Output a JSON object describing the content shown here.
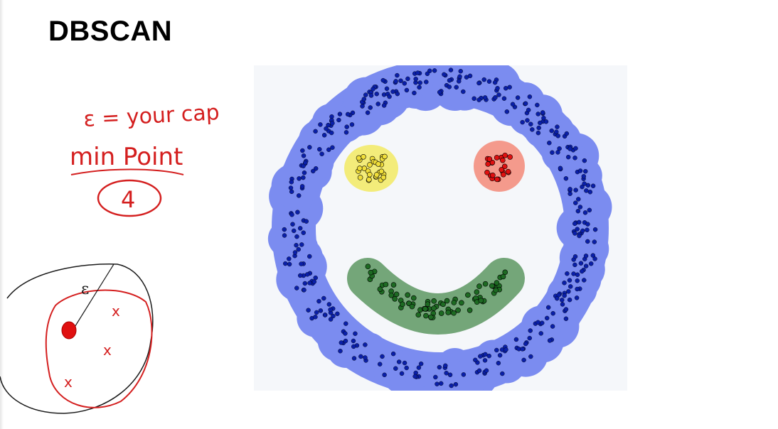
{
  "slide": {
    "title": "DBSCAN"
  },
  "annotations": {
    "epsilon_line": "ε = your cap",
    "min_points_label": "min Point",
    "min_points_value": "4",
    "epsilon_symbol": "ε",
    "neighbor_marks": [
      "x",
      "x",
      "x"
    ],
    "ink_color": "#d41f1f",
    "pen_color": "#1a1a1a"
  },
  "figure": {
    "description_visible": "",
    "clusters": [
      {
        "id": "outer-ring",
        "color_fill": "#7b8cf0",
        "color_point": "#0a1fa8"
      },
      {
        "id": "left-eye",
        "color_fill": "#f3ec7a",
        "color_point": "#f0de3a"
      },
      {
        "id": "right-eye",
        "color_fill": "#f49a8c",
        "color_point": "#e01010"
      },
      {
        "id": "mouth",
        "color_fill": "#74a679",
        "color_point": "#1d6a22"
      }
    ]
  }
}
